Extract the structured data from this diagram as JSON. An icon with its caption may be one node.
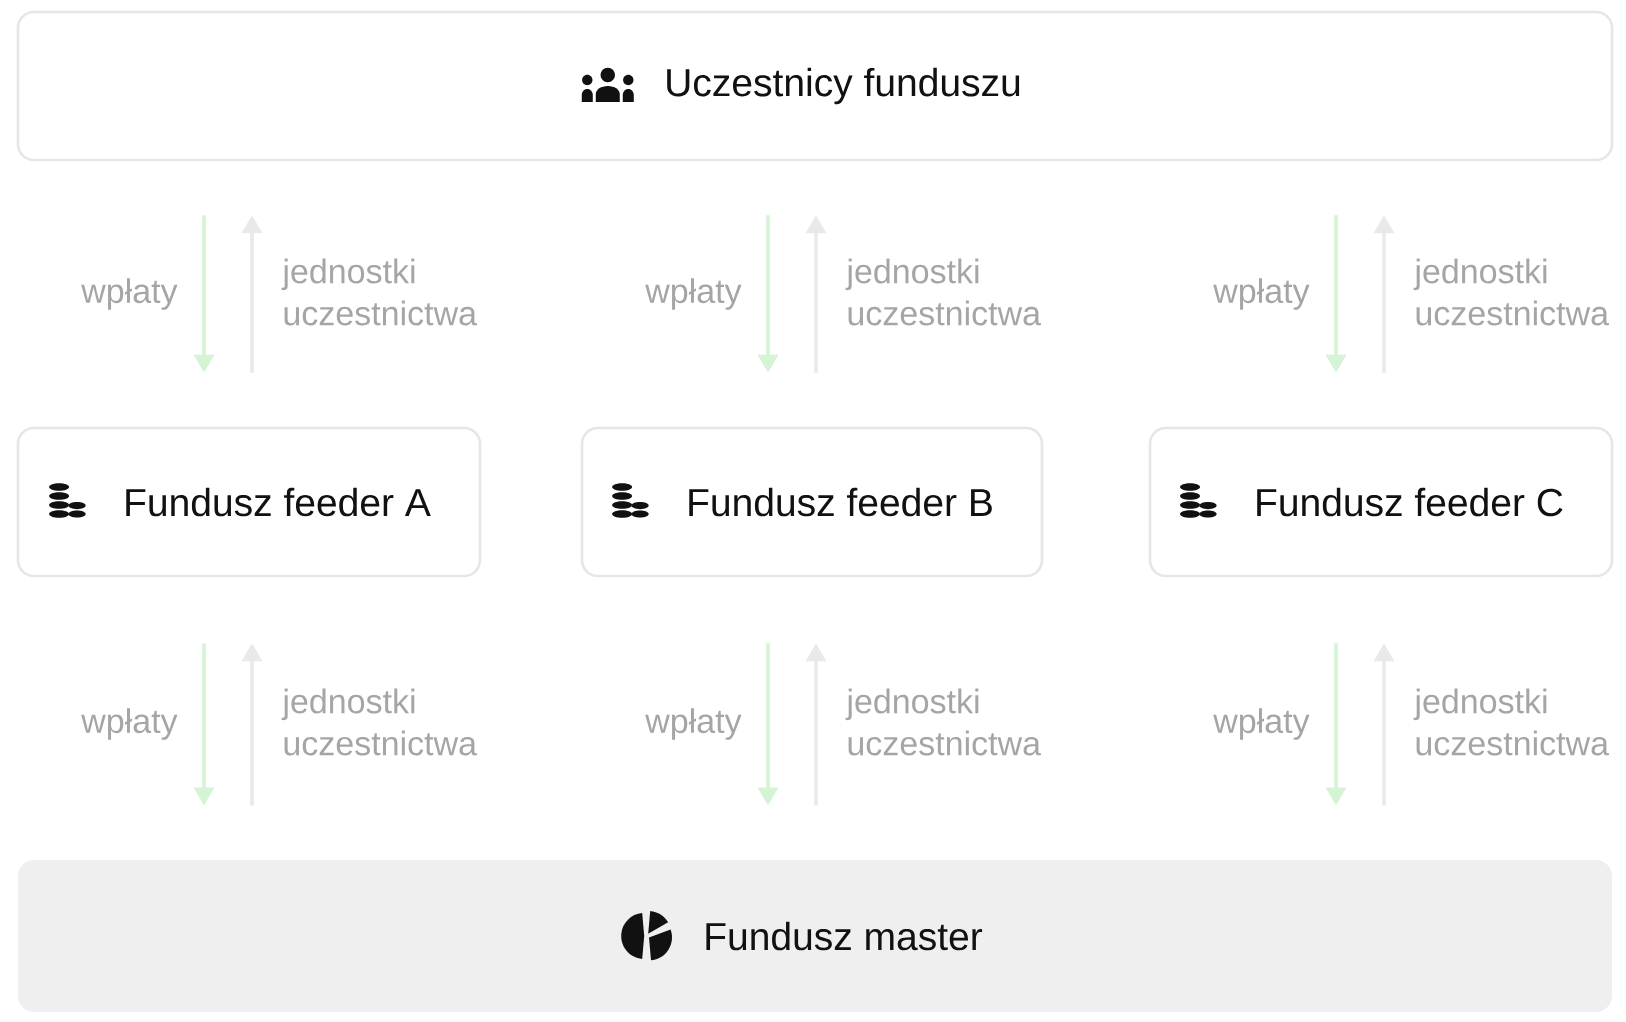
{
  "diagram": {
    "nodes": [
      {
        "text": [
          "Uczestnicy funduszu"
        ]
      },
      {
        "text": [
          "Fundusz feeder A"
        ]
      },
      {
        "text": [
          "Fundusz feeder B"
        ]
      },
      {
        "text": [
          "Fundusz feeder C"
        ]
      },
      {
        "text": [
          "Fundusz master"
        ]
      }
    ],
    "edges": [
      {
        "from": 0,
        "to": 1,
        "arrow": "to",
        "label": "wpłaty",
        "color": "#d4f4d4"
      },
      {
        "from": 1,
        "to": 0,
        "arrow": "to",
        "label": "jednostki uczestnictwa",
        "color": "#e9e9e9"
      },
      {
        "from": 0,
        "to": 2,
        "arrow": "to",
        "label": "wpłaty",
        "color": "#d4f4d4"
      },
      {
        "from": 2,
        "to": 0,
        "arrow": "to",
        "label": "jednostki uczestnictwa",
        "color": "#e9e9e9"
      },
      {
        "from": 0,
        "to": 3,
        "arrow": "to",
        "label": "wpłaty",
        "color": "#d4f4d4"
      },
      {
        "from": 3,
        "to": 0,
        "arrow": "to",
        "label": "jednostki uczestnictwa",
        "color": "#e9e9e9"
      },
      {
        "from": 1,
        "to": 4,
        "arrow": "to",
        "label": "wpłaty",
        "color": "#d4f4d4"
      },
      {
        "from": 4,
        "to": 1,
        "arrow": "to",
        "label": "jednostki uczestnictwa",
        "color": "#e9e9e9"
      },
      {
        "from": 2,
        "to": 4,
        "arrow": "to",
        "label": "wpłaty",
        "color": "#d4f4d4"
      },
      {
        "from": 4,
        "to": 2,
        "arrow": "to",
        "label": "jednostki uczestnictwa",
        "color": "#e9e9e9"
      },
      {
        "from": 3,
        "to": 4,
        "arrow": "to",
        "label": "wpłaty",
        "color": "#d4f4d4"
      },
      {
        "from": 4,
        "to": 3,
        "arrow": "to",
        "label": "jednostki uczestnictwa",
        "color": "#e9e9e9"
      }
    ]
  }
}
